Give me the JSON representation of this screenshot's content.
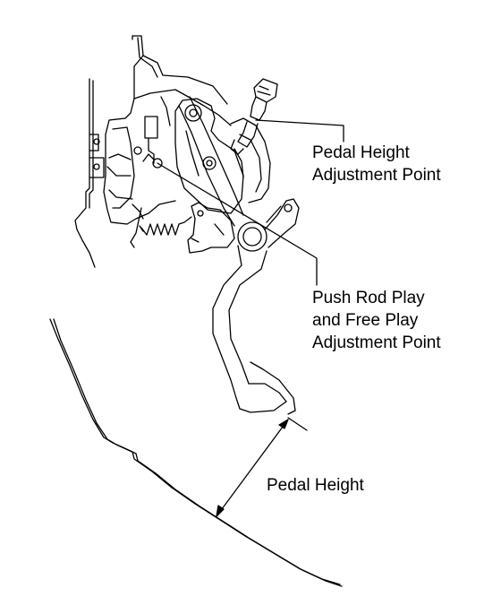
{
  "labels": {
    "pedal_height_adjustment": [
      "Pedal Height",
      "Adjustment Point"
    ],
    "push_rod_play": [
      "Push Rod Play",
      "and Free Play",
      "Adjustment Point"
    ],
    "pedal_height": "Pedal Height"
  },
  "colors": {
    "line": "#000000",
    "background": "#ffffff"
  }
}
